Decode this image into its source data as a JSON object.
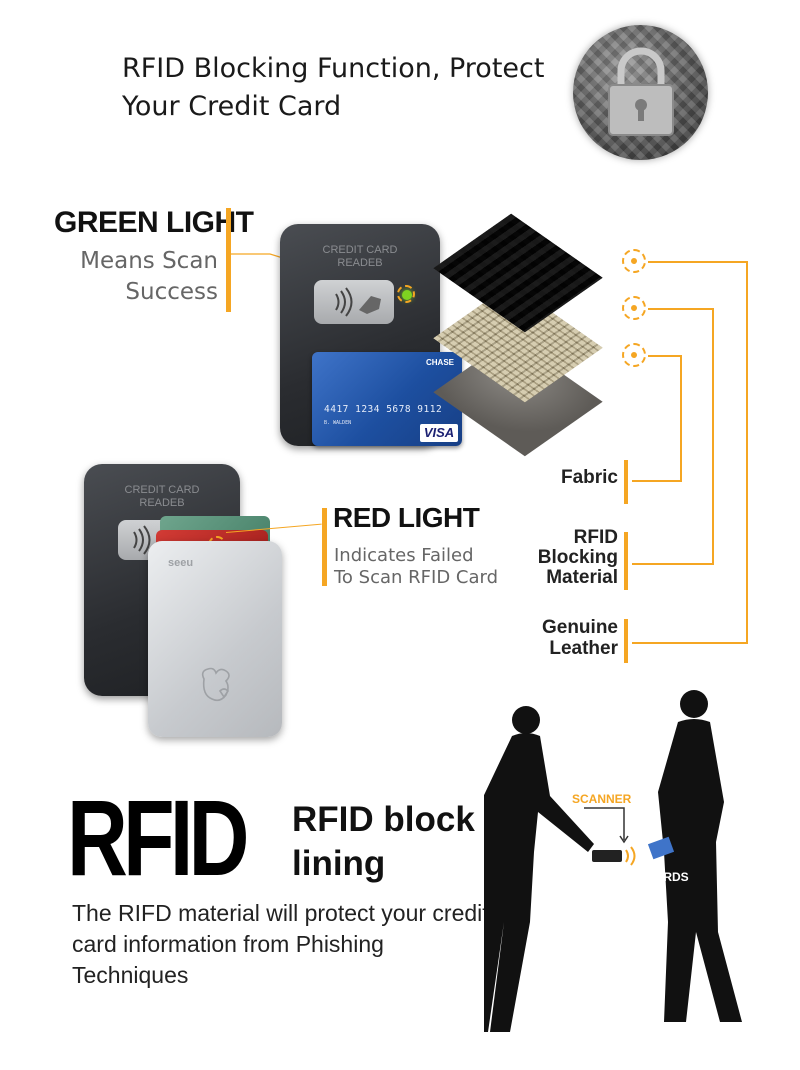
{
  "header": {
    "title": "RFID Blocking Function, Protect Your Credit Card",
    "lock_icon": "padlock-icon"
  },
  "green_light": {
    "heading": "GREEN LIGHT",
    "subtitle_line1": "Means Scan",
    "subtitle_line2": "Success"
  },
  "reader": {
    "label_line1": "CREDIT CARD",
    "label_line2": "READEB",
    "icon": "contactless-icon"
  },
  "card": {
    "brand": "CHASE",
    "number": "4417 1234 5678 9112",
    "holder": "B. WALDEN",
    "network": "VISA"
  },
  "red_light": {
    "heading": "RED LIGHT",
    "subtitle_line1": "Indicates Failed",
    "subtitle_line2": "To Scan RFID Card"
  },
  "wallet": {
    "logo": "seeu",
    "emblem_icon": "dog-emblem-icon"
  },
  "layers": {
    "fabric": "Fabric",
    "rfid_line1": "RFID",
    "rfid_line2": "Blocking",
    "rfid_line3": "Material",
    "leather_line1": "Genuine",
    "leather_line2": "Leather"
  },
  "rfid_section": {
    "big_text": "RFID",
    "heading_line1": "RFID block",
    "heading_line2": "lining",
    "description": "The RIFD material will protect your credit card information from Phishing Techniques"
  },
  "scene": {
    "scanner_label": "SCANNER",
    "cards_label": "CARDS"
  },
  "colors": {
    "accent": "#f5a623",
    "green_led": "#7ed321",
    "text_dark": "#111111",
    "text_gray": "#666666"
  }
}
